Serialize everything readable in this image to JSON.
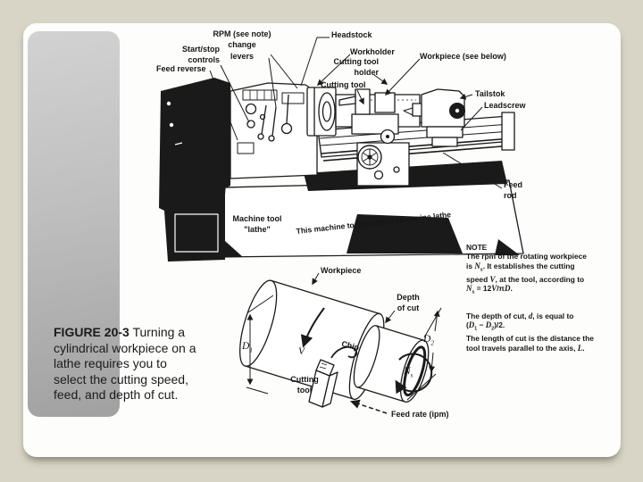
{
  "page": {
    "background_color": "#d8d4c6",
    "slide_color": "#fdfdfb",
    "strip_gradient_top": "#d2d2d2",
    "strip_gradient_bottom": "#a1a1a1",
    "ink_color": "#1a1a1a"
  },
  "caption": {
    "figure_label": "FIGURE 20-3",
    "line1_rest": " Turning a",
    "lines": [
      "cylindrical workpiece on a",
      "lathe requires you to",
      "select the cutting speed,",
      "feed, and depth of cut."
    ]
  },
  "lathe": {
    "rpm": [
      "RPM (see note)",
      "change",
      "levers"
    ],
    "start_stop": [
      "Start/stop",
      "controls"
    ],
    "feed_reverse": "Feed reverse",
    "headstock": "Headstock",
    "workholder": "Workholder",
    "cutting_tool_holder": [
      "Cutting tool",
      "holder"
    ],
    "cutting_tool": "Cutting tool",
    "workpiece": "Workpiece (see below)",
    "tailstock": "Tailstok",
    "leadscrew": "Leadscrew",
    "feed_rod": [
      "Feed",
      "rod"
    ],
    "machine_tool": [
      "Machine tool",
      "\"lathe\""
    ],
    "engine_note": "This machine tool is called an engine lathe"
  },
  "note": {
    "heading": "NOTE",
    "para1": [
      "The rpm of the rotating workpiece",
      "is *N*~s~. It establishes the cutting",
      "speed *V*, at the tool, according to",
      "*N*~s~ = 12*V*/π*D*."
    ],
    "para2": [
      "The depth of cut, *d*, is equal to",
      "(*D*~1~ − *D*~2~)/2.",
      "The length of cut is the distance the",
      "tool travels parallel to the axis, *L*."
    ]
  },
  "turning": {
    "workpiece": "Workpiece",
    "depth_of_cut": [
      "Depth",
      "of cut"
    ],
    "d1": "*D*~1~",
    "d2": "*D*~2~",
    "v": "*V*",
    "chip": "Chip",
    "ns": "*N*~s~",
    "cutting_tool": [
      "Cutting",
      "tool"
    ],
    "feed_rate": "Feed rate (ipm)"
  }
}
